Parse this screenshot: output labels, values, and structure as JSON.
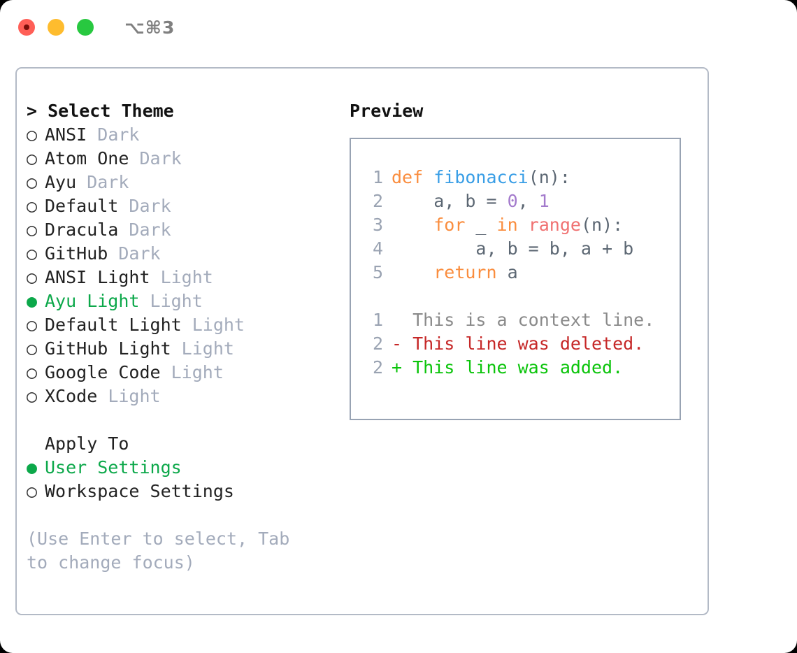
{
  "window": {
    "shortcut": "⌥⌘3",
    "traffic_lights": [
      "close",
      "minimize",
      "maximize"
    ],
    "colors": {
      "close": "#ff5f57",
      "minimize": "#febc2e",
      "maximize": "#28c840",
      "accent_green": "#0ca84a",
      "panel_border": "#b3bac6",
      "muted_text": "#a3abbb"
    }
  },
  "theme_selector": {
    "header": "> Select Theme",
    "options": [
      {
        "marker": "○",
        "name": "ANSI",
        "tag": " Dark",
        "selected": false
      },
      {
        "marker": "○",
        "name": "Atom One",
        "tag": " Dark",
        "selected": false
      },
      {
        "marker": "○",
        "name": "Ayu",
        "tag": " Dark",
        "selected": false
      },
      {
        "marker": "○",
        "name": "Default",
        "tag": " Dark",
        "selected": false
      },
      {
        "marker": "○",
        "name": "Dracula",
        "tag": " Dark",
        "selected": false
      },
      {
        "marker": "○",
        "name": "GitHub",
        "tag": " Dark",
        "selected": false
      },
      {
        "marker": "○",
        "name": "ANSI Light",
        "tag": " Light",
        "selected": false
      },
      {
        "marker": "●",
        "name": "Ayu Light",
        "tag": " Light",
        "selected": true
      },
      {
        "marker": "○",
        "name": "Default Light",
        "tag": " Light",
        "selected": false
      },
      {
        "marker": "○",
        "name": "GitHub Light",
        "tag": " Light",
        "selected": false
      },
      {
        "marker": "○",
        "name": "Google Code",
        "tag": " Light",
        "selected": false
      },
      {
        "marker": "○",
        "name": "XCode",
        "tag": " Light",
        "selected": false
      }
    ]
  },
  "apply_to": {
    "header": "Apply To",
    "options": [
      {
        "marker": "●",
        "name": "User Settings",
        "selected": true
      },
      {
        "marker": "○",
        "name": "Workspace Settings",
        "selected": false
      }
    ]
  },
  "hint": "(Use Enter to select, Tab to change focus)",
  "preview": {
    "title": "Preview",
    "code_lines": [
      {
        "lineno": "1",
        "tokens": [
          {
            "text": "def ",
            "cls": "tok-kw"
          },
          {
            "text": "fibonacci",
            "cls": "tok-fn"
          },
          {
            "text": "(n):",
            "cls": "tok-pun"
          }
        ]
      },
      {
        "lineno": "2",
        "tokens": [
          {
            "text": "    a, b = ",
            "cls": "tok-var"
          },
          {
            "text": "0",
            "cls": "tok-num"
          },
          {
            "text": ", ",
            "cls": "tok-pun"
          },
          {
            "text": "1",
            "cls": "tok-num"
          }
        ]
      },
      {
        "lineno": "3",
        "tokens": [
          {
            "text": "    ",
            "cls": "tok-var"
          },
          {
            "text": "for",
            "cls": "tok-kw"
          },
          {
            "text": " _ ",
            "cls": "tok-var"
          },
          {
            "text": "in",
            "cls": "tok-kw"
          },
          {
            "text": " ",
            "cls": "tok-var"
          },
          {
            "text": "range",
            "cls": "tok-bi"
          },
          {
            "text": "(n):",
            "cls": "tok-pun"
          }
        ]
      },
      {
        "lineno": "4",
        "tokens": [
          {
            "text": "        a, b = b, a + b",
            "cls": "tok-var"
          }
        ]
      },
      {
        "lineno": "5",
        "tokens": [
          {
            "text": "    ",
            "cls": "tok-var"
          },
          {
            "text": "return",
            "cls": "tok-kw"
          },
          {
            "text": " a",
            "cls": "tok-var"
          }
        ]
      }
    ],
    "diff_lines": [
      {
        "lineno": "1",
        "text": "  This is a context line.",
        "cls": "diff-ctx"
      },
      {
        "lineno": "2",
        "text": "- This line was deleted.",
        "cls": "diff-del"
      },
      {
        "lineno": "2",
        "text": "+ This line was added.",
        "cls": "diff-add"
      }
    ]
  }
}
